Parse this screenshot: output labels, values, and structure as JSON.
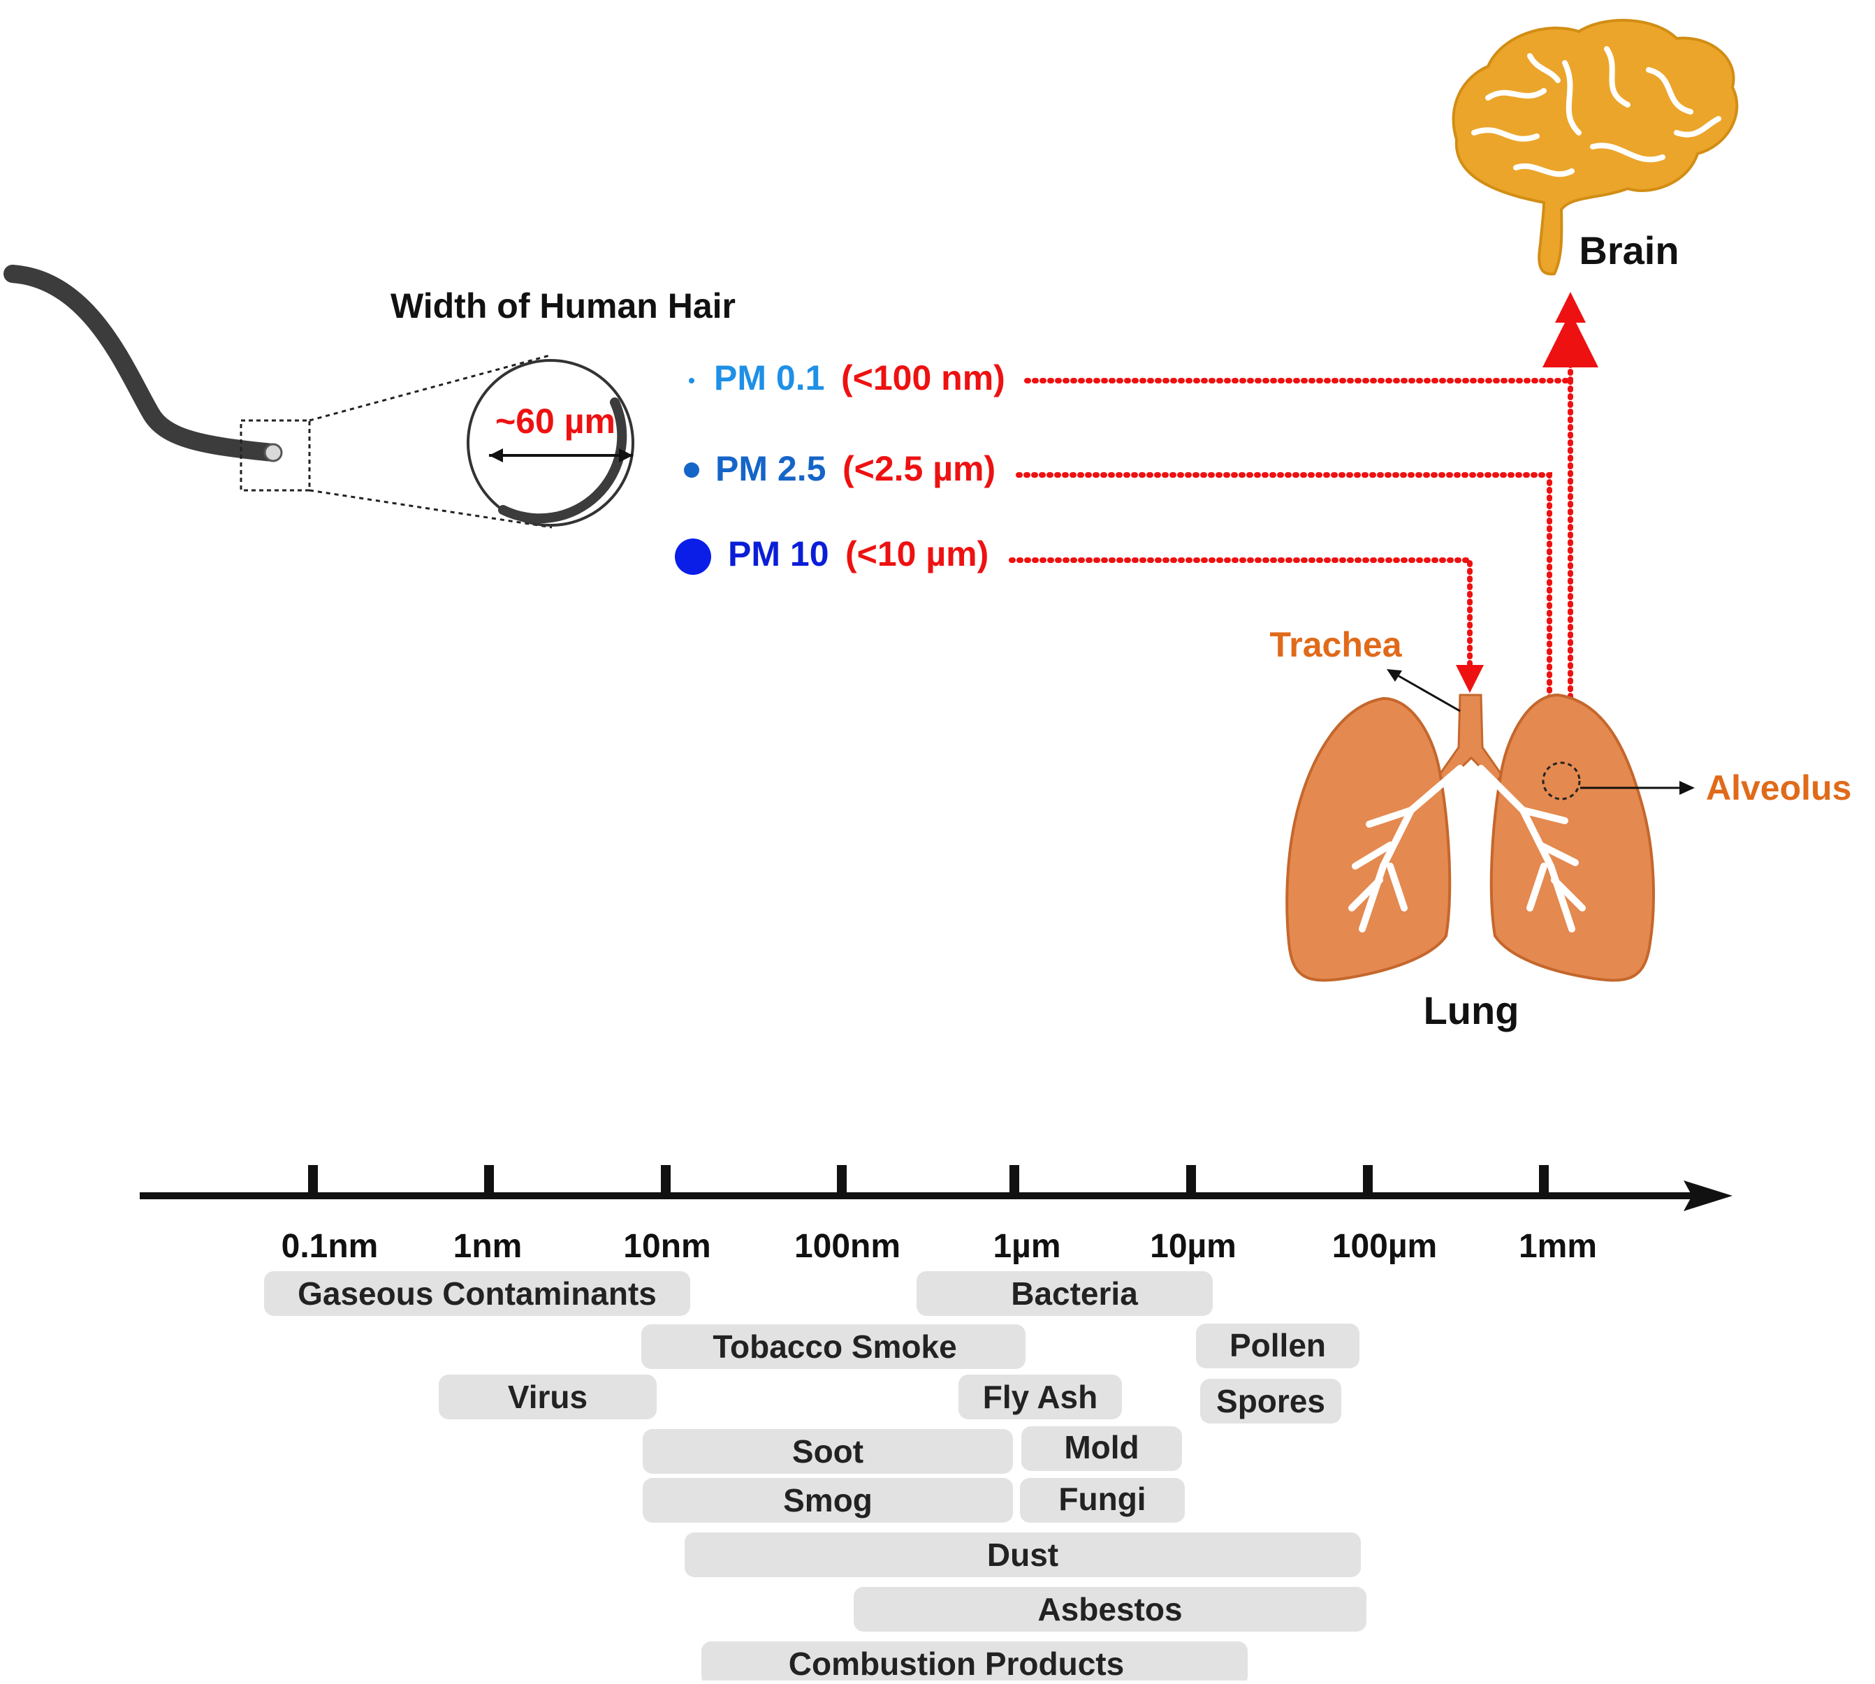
{
  "hair": {
    "title": "Width of Human Hair",
    "width_label": "~60 µm"
  },
  "particles": [
    {
      "name": "PM 0.1",
      "range": "(<100 nm)",
      "name_color": "#1e90e6",
      "dot_color": "#1e90e6"
    },
    {
      "name": "PM 2.5",
      "range": "(<2.5 µm)",
      "name_color": "#1565c8",
      "dot_color": "#1565c8"
    },
    {
      "name": "PM 10",
      "range": "(<10 µm)",
      "name_color": "#0a1ed8",
      "dot_color": "#0a1ee8"
    }
  ],
  "organs": {
    "brain": "Brain",
    "lung": "Lung",
    "trachea": "Trachea",
    "alveolus": "Alveolus"
  },
  "scale": {
    "ticks": [
      "0.1nm",
      "1nm",
      "10nm",
      "100nm",
      "1µm",
      "10µm",
      "100µm",
      "1mm"
    ],
    "categories": [
      "Gaseous Contaminants",
      "Bacteria",
      "Tobacco Smoke",
      "Pollen",
      "Virus",
      "Fly Ash",
      "Spores",
      "Soot",
      "Mold",
      "Smog",
      "Fungi",
      "Dust",
      "Asbestos",
      "Combustion Products"
    ]
  },
  "colors": {
    "range_text": "#ee1111",
    "path_line": "#ee1111",
    "organ_label": "#e06a1a",
    "lung_fill": "#e4894f",
    "brain_fill": "#eba52a",
    "bar_fill": "#e2e2e2"
  }
}
